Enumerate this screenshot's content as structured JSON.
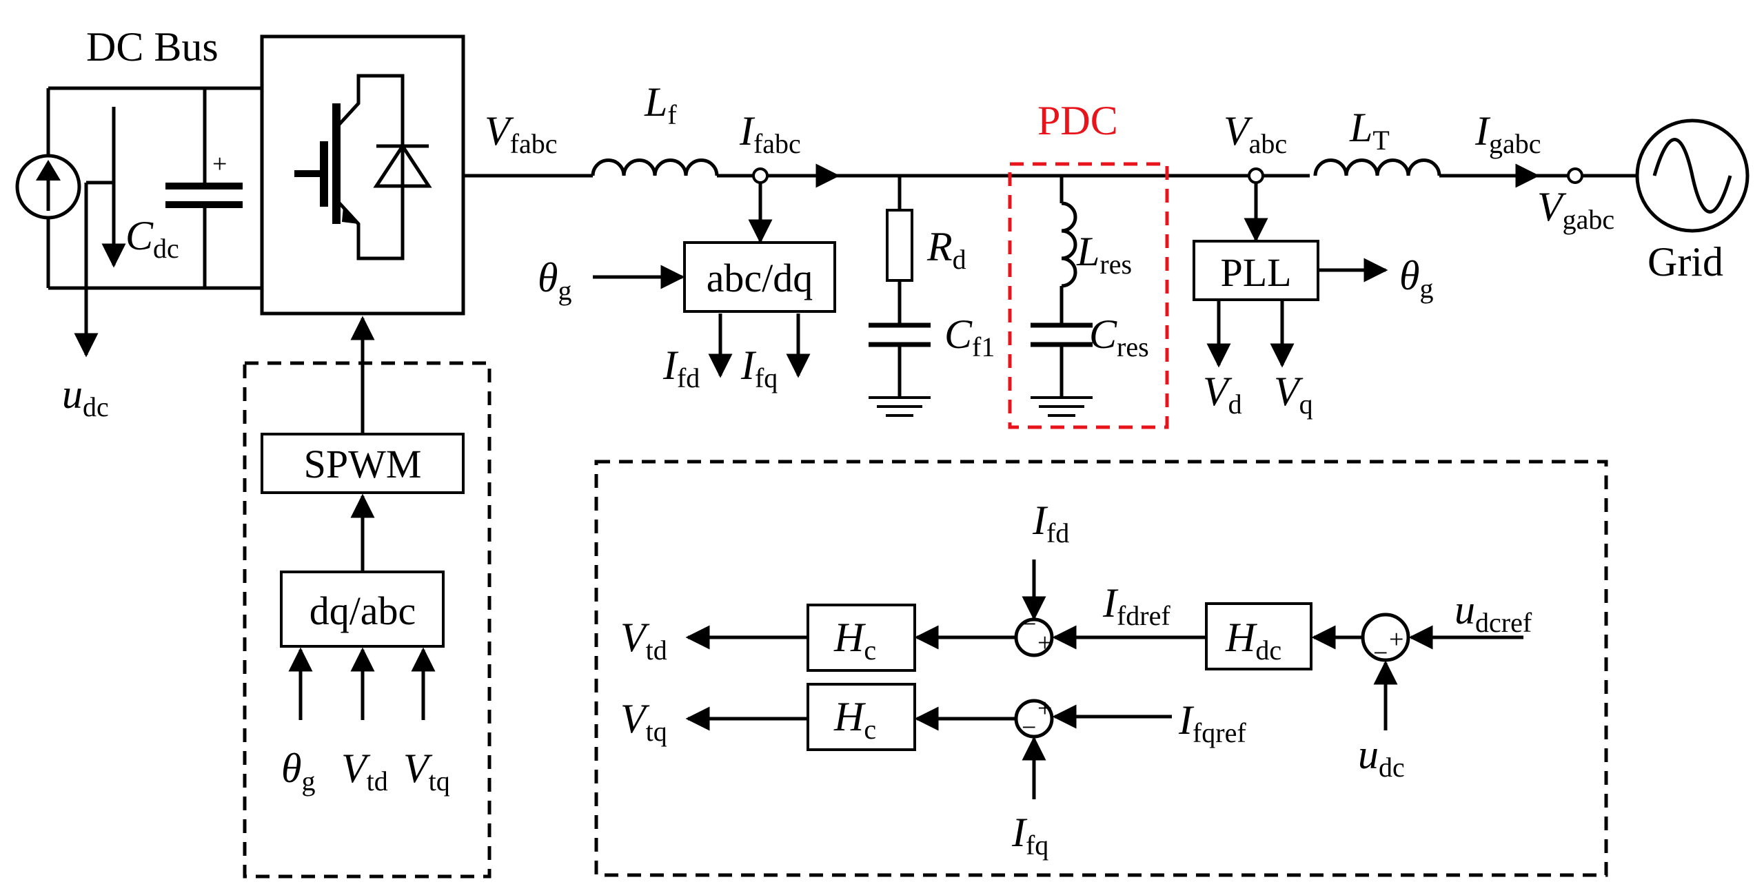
{
  "colors": {
    "ink": "#000000",
    "pdc": "#e8141b"
  },
  "title_dcbus": "DC Bus",
  "pdc_label": "PDC",
  "grid_label": "Grid",
  "blocks": {
    "spwm": "SPWM",
    "dqabc": "dq/abc",
    "abcdq": "abc/dq",
    "pll": "PLL"
  },
  "symbols": {
    "theta": "θ",
    "V": "V",
    "I": "I",
    "L": "L",
    "R": "R",
    "C": "C",
    "u": "u",
    "H": "H"
  },
  "subs": {
    "dc": "dc",
    "fabc": "fabc",
    "f": "f",
    "abc": "abc",
    "T": "T",
    "gabc": "gabc",
    "g": "g",
    "d": "d",
    "q": "q",
    "fd": "fd",
    "fq": "fq",
    "f1": "f1",
    "res": "res",
    "td": "td",
    "tq": "tq",
    "c": "c",
    "fdref": "fdref",
    "fqref": "fqref",
    "dcref": "dcref"
  },
  "signs": {
    "plus": "+",
    "minus": "−"
  },
  "icons": [
    "current-source-icon",
    "capacitor-icon",
    "igbt-icon",
    "diode-icon",
    "inductor-icon",
    "resistor-icon",
    "ground-icon",
    "ac-source-icon"
  ]
}
